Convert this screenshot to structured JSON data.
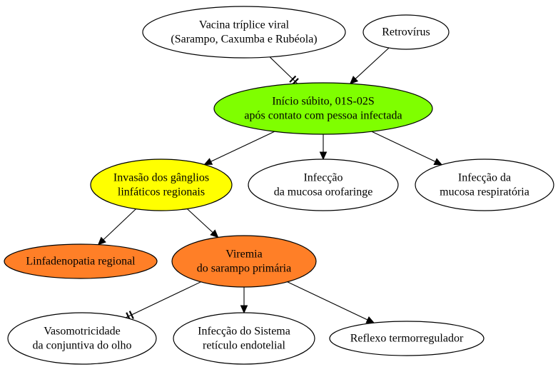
{
  "nodes": {
    "mmr_vaccine": {
      "lines": [
        "Vacina tríplice viral",
        "(Sarampo, Caxumba e Rubéola)"
      ],
      "fill": "#ffffff"
    },
    "retrovirus": {
      "lines": [
        "Retrovírus"
      ],
      "fill": "#ffffff"
    },
    "sudden_onset": {
      "lines": [
        "Início súbito, 01S-02S",
        "após contato com pessoa infectada"
      ],
      "fill": "#7fff00"
    },
    "lymph_invasion": {
      "lines": [
        "Invasão dos gânglios",
        "linfáticos regionais"
      ],
      "fill": "#ffff00"
    },
    "oropharynx_infection": {
      "lines": [
        "Infecção",
        "da mucosa orofaringe"
      ],
      "fill": "#ffffff"
    },
    "respiratory_infection": {
      "lines": [
        "Infecção da",
        "mucosa respiratória"
      ],
      "fill": "#ffffff"
    },
    "lymphadenopathy": {
      "lines": [
        "Linfadenopatia regional"
      ],
      "fill": "#ff7f27"
    },
    "primary_viremia": {
      "lines": [
        "Viremia",
        "do sarampo primária"
      ],
      "fill": "#ff7f27"
    },
    "vasomotricity": {
      "lines": [
        "Vasomotricidade",
        "da conjuntiva do olho"
      ],
      "fill": "#ffffff"
    },
    "reticuloendothelial": {
      "lines": [
        "Infecção do Sistema",
        "retículo endotelial"
      ],
      "fill": "#ffffff"
    },
    "thermoregulatory": {
      "lines": [
        "Reflexo termorregulador"
      ],
      "fill": "#ffffff"
    }
  },
  "edges": [
    {
      "from": "mmr_vaccine",
      "to": "sudden_onset",
      "type": "inhibit"
    },
    {
      "from": "retrovirus",
      "to": "sudden_onset",
      "type": "arrow"
    },
    {
      "from": "sudden_onset",
      "to": "lymph_invasion",
      "type": "arrow"
    },
    {
      "from": "sudden_onset",
      "to": "oropharynx_infection",
      "type": "arrow"
    },
    {
      "from": "sudden_onset",
      "to": "respiratory_infection",
      "type": "arrow"
    },
    {
      "from": "lymph_invasion",
      "to": "lymphadenopathy",
      "type": "arrow"
    },
    {
      "from": "lymph_invasion",
      "to": "primary_viremia",
      "type": "arrow"
    },
    {
      "from": "primary_viremia",
      "to": "vasomotricity",
      "type": "inhibit"
    },
    {
      "from": "primary_viremia",
      "to": "reticuloendothelial",
      "type": "arrow"
    },
    {
      "from": "primary_viremia",
      "to": "thermoregulatory",
      "type": "arrow"
    }
  ]
}
